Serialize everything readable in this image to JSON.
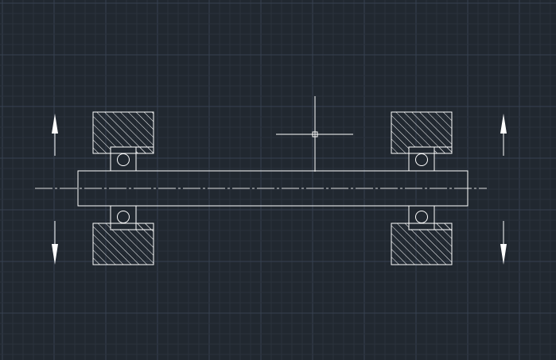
{
  "app": {
    "view": "cad-model-space"
  },
  "colors": {
    "background": "#212830",
    "grid_minor": "#2a323c",
    "grid_major": "#364150",
    "geometry": "#ffffff",
    "centerline": "#d8d8d8"
  },
  "drawing": {
    "objects": [
      "shaft",
      "centerline",
      "bearing-housing-top-left",
      "bearing-housing-bottom-left",
      "bearing-housing-top-right",
      "bearing-housing-bottom-right",
      "ball-bearing-top-left",
      "ball-bearing-bottom-left",
      "ball-bearing-top-right",
      "ball-bearing-bottom-right",
      "load-arrow-up-left",
      "load-arrow-down-left",
      "load-arrow-up-right",
      "load-arrow-down-right"
    ],
    "hatch_pattern": "diagonal",
    "cursor": "crosshair-pickbox"
  }
}
